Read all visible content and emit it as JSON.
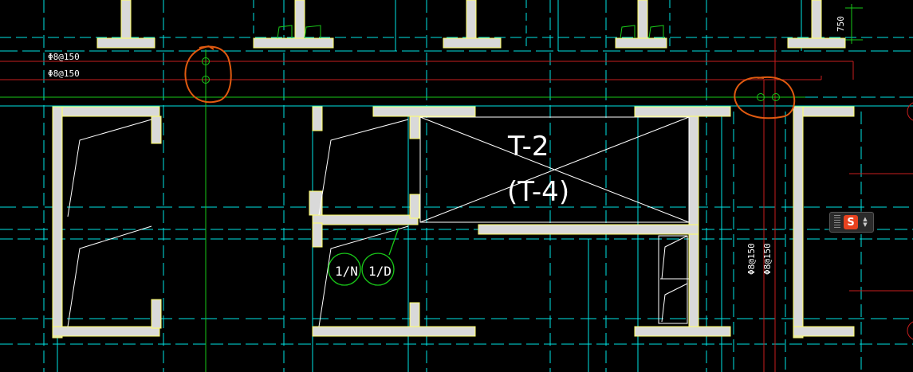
{
  "drawing": {
    "rebar_top_1": "Φ8@150",
    "rebar_top_2": "Φ8@150",
    "rebar_right_1": "Φ8@150",
    "rebar_right_2": "Φ8@150",
    "dimension_750": "750",
    "stair_label": "T-2",
    "stair_label_alt": "(T-4)",
    "axis_bubble_1": "1/N",
    "axis_bubble_2": "1/D"
  },
  "colors": {
    "background": "#000000",
    "wall": "#d9d9d9",
    "wall_edge": "#ffff66",
    "axis_cyan": "#00e5e5",
    "red_line": "#c81e1e",
    "green_line": "#19c819",
    "markup": "#e05a10"
  },
  "ime": {
    "logo": "S",
    "arrow_up": "▲",
    "arrow_down": "▼"
  }
}
